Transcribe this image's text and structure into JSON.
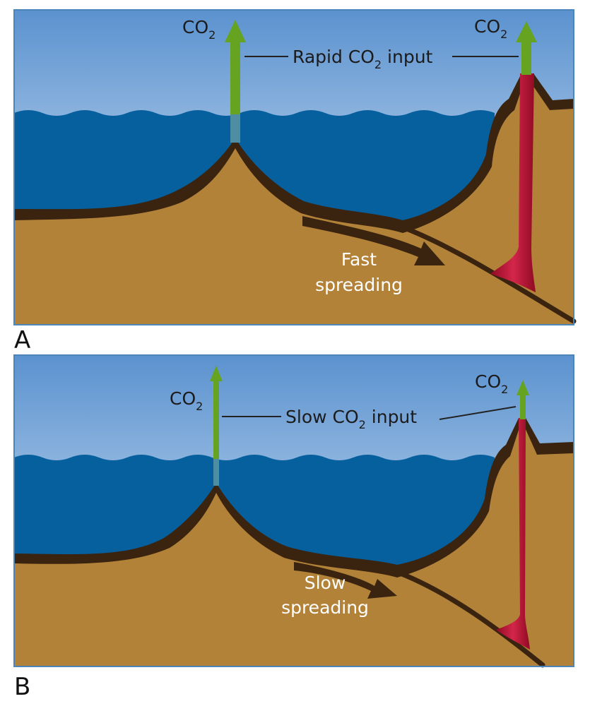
{
  "panels": [
    {
      "id": "A",
      "label": "A",
      "left_vent_label": "CO",
      "right_vent_label": "CO",
      "subscript": "2",
      "callout_prefix": "Rapid CO",
      "callout_suffix": " input",
      "motion_line1": "Fast",
      "motion_line2": "spreading"
    },
    {
      "id": "B",
      "label": "B",
      "left_vent_label": "CO",
      "right_vent_label": "CO",
      "subscript": "2",
      "callout_prefix": "Slow CO",
      "callout_suffix": " input",
      "motion_line1": "Slow",
      "motion_line2": "spreading"
    }
  ],
  "colors": {
    "sky_top": "#5b92cf",
    "sky_bottom": "#e6f0fa",
    "ocean": "#06609d",
    "crust": "#b28239",
    "crust_shadow": "#3a2410",
    "magma": "#b3102d",
    "co2_arrow": "#65a321",
    "co2_arrow_water": "#4f8da3"
  }
}
